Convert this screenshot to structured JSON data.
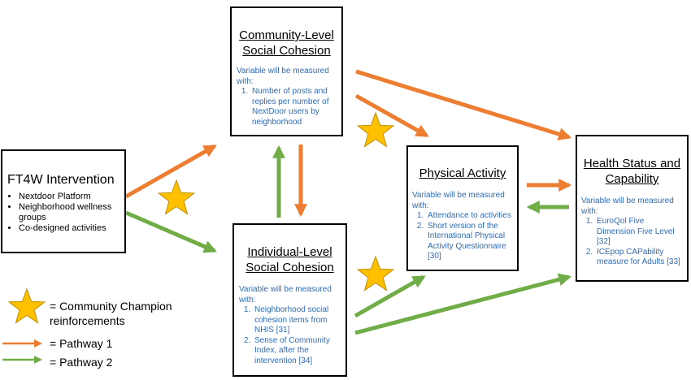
{
  "colors": {
    "pathway1": "#ed7d31",
    "pathway2": "#70ad47",
    "measure_text": "#2e6bb8",
    "star_fill": "#ffc000",
    "star_stroke": "#bf9000"
  },
  "intervention": {
    "title": "FT4W Intervention",
    "items": [
      "Nextdoor Platform",
      "Neighborhood wellness groups",
      "Co-designed activities"
    ]
  },
  "community": {
    "title_line1": "Community-Level",
    "title_line2": "Social Cohesion",
    "measure_intro": "Variable will be measured with:",
    "measures": [
      "Number of posts and replies per number of NextDoor users by neighborhood"
    ]
  },
  "individual": {
    "title_line1": "Individual-Level",
    "title_line2": "Social Cohesion",
    "measure_intro": "Variable will be measured with:",
    "measures": [
      "Neighborhood social cohesion items from NHIS [31]",
      "Sense of Community Index, after the intervention [34]"
    ]
  },
  "physical": {
    "title": "Physical Activity",
    "measure_intro": "Variable will be measured with:",
    "measures": [
      "Attendance to activities",
      "Short version of the International Physical Activity Questionnaire [30]"
    ]
  },
  "health": {
    "title_line1": "Health Status and",
    "title_line2": "Capability",
    "measure_intro": "Variable will be measured with:",
    "measures": [
      "EuroQol Five Dimension Five Level [32]",
      "ICEpop CAPability measure for Adults [33]"
    ]
  },
  "legend": {
    "champion_line1": "= Community Champion",
    "champion_line2": "reinforcements",
    "pathway1": "= Pathway 1",
    "pathway2": "= Pathway 2"
  }
}
